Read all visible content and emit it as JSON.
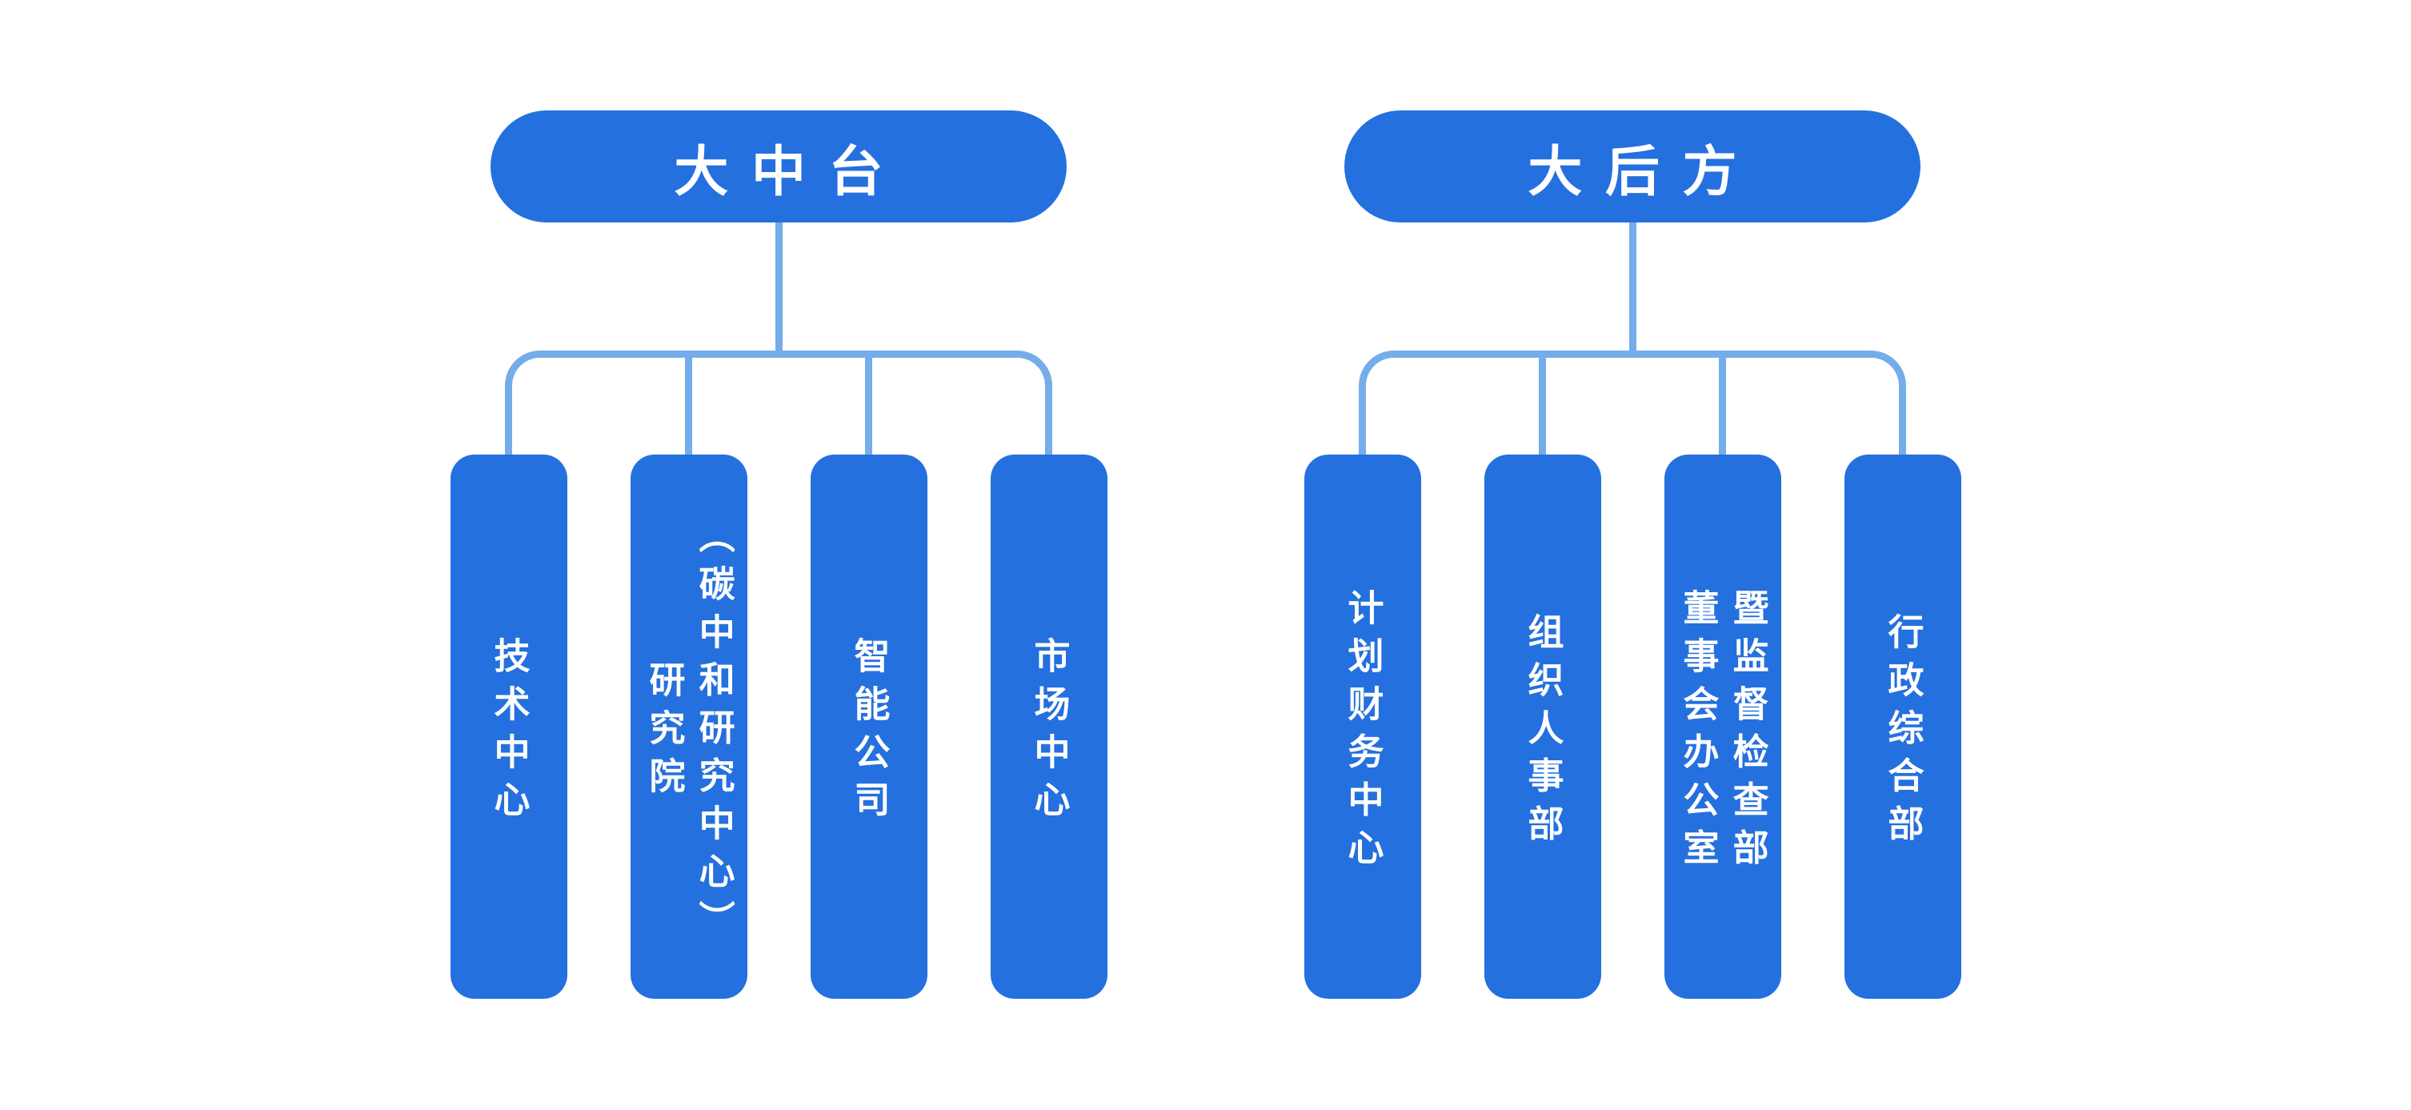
{
  "diagram_type": "org-chart",
  "colors": {
    "node_fill": "#2470DE",
    "connector": "#74ADE9",
    "text": "#FFFFFF",
    "background": "#FFFFFF"
  },
  "groups": [
    {
      "title": "大中台",
      "children": [
        {
          "label": "技术中心"
        },
        {
          "label": "研究院\n（碳中和研究中心）"
        },
        {
          "label": "智能公司"
        },
        {
          "label": "市场中心"
        }
      ]
    },
    {
      "title": "大后方",
      "children": [
        {
          "label": "计划财务中心"
        },
        {
          "label": "组织人事部"
        },
        {
          "label": "董事会办公室\n暨监督检查部"
        },
        {
          "label": "行政综合部"
        }
      ]
    }
  ]
}
